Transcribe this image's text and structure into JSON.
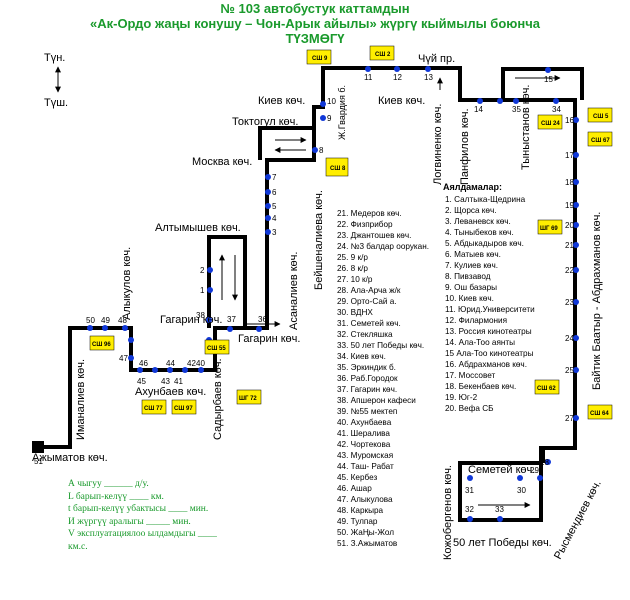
{
  "title": {
    "line1": "№ 103  автобустук каттамдын",
    "line2": "«Ак-Ордо жаңы конушу – Чон-Арык айылы» жүргү кыймылы боюнча",
    "line3": "ТҮЗМӨГҮ"
  },
  "compass": {
    "up": "Түн.",
    "down": "Түш."
  },
  "streets": {
    "chuy": "Чүй пр.",
    "kiev_left": "Киев көч.",
    "kiev_right": "Киев көч.",
    "toktogul": "Токтогул көч.",
    "moskva": "Москва көч.",
    "altymyshev": "Алтымышев көч.",
    "alykulov": "Алыкулов көч.",
    "gagarin1": "Гагарин көч.",
    "gagarin2": "Гагарин көч.",
    "ahunbaev": "Ахунбаев көч.",
    "sadyrbaev": "Садырбаев көч.",
    "asanaliev": "Асаналиев көч.",
    "beyshenaliev": "Бейшеналиева көч.",
    "zhgvardiya": "Ж.Гвардия б.",
    "logvinenko": "Логвиненко көч.",
    "panfilov": "Панфилов көч.",
    "tynystanov": "Тыныстанов көч.",
    "baytik": "Байтик Баатыр - Абдрахманов көч.",
    "rysmendiev": "Рысмендиев көч.",
    "semetey": "Семетей көч.",
    "pobedy": "50 лет Победы көч.",
    "kozhoberg": "Кожобергенов көч.",
    "imanaliev": "Иманалиев көч.",
    "azhymatov": "Ажыматов көч."
  },
  "stops_heading": "Аялдамалар:",
  "stops_right": [
    "1. Салтыка-Щедрина",
    "2. Щорса көч.",
    "3. Леваневск көч.",
    "4. Тыныбеков көч.",
    "5. Абдыкадыров көч.",
    "6. Матыев көч.",
    "7. Кулиев көч.",
    "8. Пивзавод",
    "9. Ош базары",
    "10. Киев көч.",
    "11. Юрид.Университети",
    "12. Филармония",
    "13. Россия кинотеатры",
    "14. Ала-Тоо аянты",
    "15 Ала-Тоо кинотеатры",
    "16. Абдрахманов көч.",
    "17. Моссовет",
    "18. Бекенбаев көч.",
    "19. Юг-2",
    "20. Вефа СБ"
  ],
  "stops_left": [
    "21. Медеров көч.",
    "22. Физприбор",
    "23. Джантошев көч.",
    "24. №3 балдар оорукан.",
    "25. 9 к/р",
    "26. 8 к/р",
    "27. 10 к/р",
    "28. Ала-Арча ж/к",
    "29. Орто-Сай а.",
    "30. ВДНХ",
    "31. Семетей көч.",
    "32. Стекляшка",
    "33. 50 лет Победы көч.",
    "34. Киев көч.",
    "35. Эркиндик б.",
    "36. Раб.Городок",
    "37. Гагарин көч.",
    "38. Апшерон кафеси",
    "39. №55 мектеп",
    "40. Ахунбаева",
    "41. Шералива",
    "42. Чортекова",
    "43. Муромская",
    "44. Таш- Рабат",
    "45. Кербез",
    "46. Ашар",
    "47. Алыкулова",
    "48. Каркыра",
    "49. Тулпар",
    "50. ЖаҢы-Жол",
    "51. З.Ажыматов"
  ],
  "schools": {
    "s9": "СШ 9",
    "s2": "СШ 2",
    "s5": "СШ 5",
    "s24": "СШ 24",
    "s67": "СШ 67",
    "s8": "СШ 8",
    "g69": "ШГ 69",
    "s55": "СШ 55",
    "s96": "СШ 96",
    "s77": "СШ 77",
    "s97": "СШ 97",
    "g72": "ШГ 72",
    "s62": "СШ 62",
    "s64": "СШ 64"
  },
  "info": {
    "line1": "А чыгуу ______ д/у.",
    "line2": "L барып-келүү ____ км.",
    "line3": "t барып-келүү убактысы ____ мин.",
    "line4": "И жүргүү аралыгы _____ мин.",
    "line5": "V эксплуатациялоо ылдамдыгы ____",
    "line6": "км.с."
  },
  "colors": {
    "title": "#1a9a2c",
    "route": "#000000",
    "stop": "#1038d8",
    "school": "#ffee00"
  }
}
